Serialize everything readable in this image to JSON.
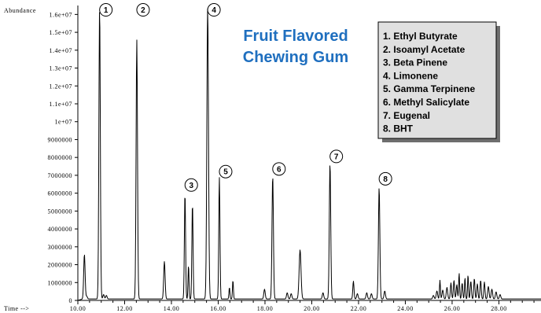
{
  "chart_data": {
    "type": "line",
    "title": [
      "Fruit Flavored",
      "Chewing Gum"
    ],
    "ylabel": "Abundance",
    "xlabel": "Time -->",
    "xlim": [
      10.0,
      29.8
    ],
    "ylim": [
      0,
      16500000
    ],
    "x_ticks": [
      10,
      12,
      14,
      16,
      18,
      20,
      22,
      24,
      26,
      28
    ],
    "x_tick_labels": [
      "10.00",
      "12.00",
      "14.00",
      "16.00",
      "18.00",
      "20.00",
      "22.00",
      "24.00",
      "26.00",
      "28.00"
    ],
    "y_ticks": [
      0,
      1000000,
      2000000,
      3000000,
      4000000,
      5000000,
      6000000,
      7000000,
      8000000,
      9000000,
      10000000,
      11000000,
      12000000,
      13000000,
      14000000,
      15000000,
      16000000
    ],
    "y_tick_labels": [
      "0",
      "1000000",
      "2000000",
      "3000000",
      "4000000",
      "5000000",
      "6000000",
      "7000000",
      "8000000",
      "9000000",
      "1e+07",
      "1.1e+07",
      "1.2e+07",
      "1.3e+07",
      "1.4e+07",
      "1.5e+07",
      "1.6e+07"
    ],
    "baseline": 80000,
    "series": [
      {
        "peaks": [
          {
            "x": 10.28,
            "y": 2500000,
            "w": 0.03
          },
          {
            "x": 10.38,
            "y": 150000,
            "w": 0.03
          },
          {
            "x": 10.93,
            "y": 16300000,
            "w": 0.03
          },
          {
            "x": 11.1,
            "y": 250000,
            "w": 0.03
          },
          {
            "x": 11.22,
            "y": 200000,
            "w": 0.03
          },
          {
            "x": 12.52,
            "y": 14500000,
            "w": 0.03
          },
          {
            "x": 13.7,
            "y": 2100000,
            "w": 0.03
          },
          {
            "x": 14.58,
            "y": 5950000,
            "w": 0.025
          },
          {
            "x": 14.73,
            "y": 1900000,
            "w": 0.02
          },
          {
            "x": 14.9,
            "y": 5350000,
            "w": 0.025
          },
          {
            "x": 15.55,
            "y": 16300000,
            "w": 0.035
          },
          {
            "x": 16.05,
            "y": 6800000,
            "w": 0.025
          },
          {
            "x": 16.48,
            "y": 650000,
            "w": 0.02
          },
          {
            "x": 16.63,
            "y": 1050000,
            "w": 0.02
          },
          {
            "x": 17.98,
            "y": 550000,
            "w": 0.03
          },
          {
            "x": 18.33,
            "y": 6900000,
            "w": 0.03
          },
          {
            "x": 18.95,
            "y": 350000,
            "w": 0.03
          },
          {
            "x": 19.12,
            "y": 300000,
            "w": 0.03
          },
          {
            "x": 19.5,
            "y": 2750000,
            "w": 0.04
          },
          {
            "x": 20.48,
            "y": 350000,
            "w": 0.03
          },
          {
            "x": 20.78,
            "y": 7600000,
            "w": 0.03
          },
          {
            "x": 21.78,
            "y": 1000000,
            "w": 0.025
          },
          {
            "x": 21.95,
            "y": 300000,
            "w": 0.03
          },
          {
            "x": 22.35,
            "y": 350000,
            "w": 0.03
          },
          {
            "x": 22.55,
            "y": 300000,
            "w": 0.03
          },
          {
            "x": 22.88,
            "y": 6250000,
            "w": 0.03
          },
          {
            "x": 23.12,
            "y": 450000,
            "w": 0.03
          },
          {
            "x": 25.2,
            "y": 200000,
            "w": 0.03
          },
          {
            "x": 25.35,
            "y": 450000,
            "w": 0.03
          },
          {
            "x": 25.48,
            "y": 1050000,
            "w": 0.02
          },
          {
            "x": 25.6,
            "y": 500000,
            "w": 0.03
          },
          {
            "x": 25.78,
            "y": 650000,
            "w": 0.03
          },
          {
            "x": 25.95,
            "y": 900000,
            "w": 0.025
          },
          {
            "x": 26.08,
            "y": 1050000,
            "w": 0.025
          },
          {
            "x": 26.2,
            "y": 800000,
            "w": 0.025
          },
          {
            "x": 26.3,
            "y": 1450000,
            "w": 0.02
          },
          {
            "x": 26.43,
            "y": 900000,
            "w": 0.025
          },
          {
            "x": 26.55,
            "y": 1200000,
            "w": 0.02
          },
          {
            "x": 26.68,
            "y": 1350000,
            "w": 0.02
          },
          {
            "x": 26.8,
            "y": 1000000,
            "w": 0.025
          },
          {
            "x": 26.95,
            "y": 1150000,
            "w": 0.025
          },
          {
            "x": 27.08,
            "y": 850000,
            "w": 0.025
          },
          {
            "x": 27.22,
            "y": 1050000,
            "w": 0.025
          },
          {
            "x": 27.38,
            "y": 950000,
            "w": 0.025
          },
          {
            "x": 27.55,
            "y": 700000,
            "w": 0.03
          },
          {
            "x": 27.7,
            "y": 550000,
            "w": 0.03
          },
          {
            "x": 27.88,
            "y": 400000,
            "w": 0.03
          },
          {
            "x": 28.05,
            "y": 250000,
            "w": 0.03
          }
        ]
      }
    ],
    "annotations": [
      {
        "label": "1",
        "x": 10.93,
        "y": 16300000
      },
      {
        "label": "2",
        "x": 12.52,
        "y": 16300000
      },
      {
        "label": "3",
        "x": 14.58,
        "y": 6500000
      },
      {
        "label": "4",
        "x": 15.55,
        "y": 16300000
      },
      {
        "label": "5",
        "x": 16.05,
        "y": 7250000
      },
      {
        "label": "6",
        "x": 18.33,
        "y": 7400000
      },
      {
        "label": "7",
        "x": 20.78,
        "y": 8100000
      },
      {
        "label": "8",
        "x": 22.88,
        "y": 6850000
      }
    ],
    "legend": {
      "placement": "top-right",
      "entries": [
        "1. Ethyl Butyrate",
        "2. Isoamyl Acetate",
        "3. Beta Pinene",
        "4. Limonene",
        "5. Gamma Terpinene",
        "6. Methyl Salicylate",
        "7. Eugenal",
        "8. BHT"
      ]
    },
    "colors": {
      "line": "#000000",
      "title": "#1f6fbf",
      "legend_fill": "#e0e0e0",
      "legend_border": "#000000"
    }
  }
}
